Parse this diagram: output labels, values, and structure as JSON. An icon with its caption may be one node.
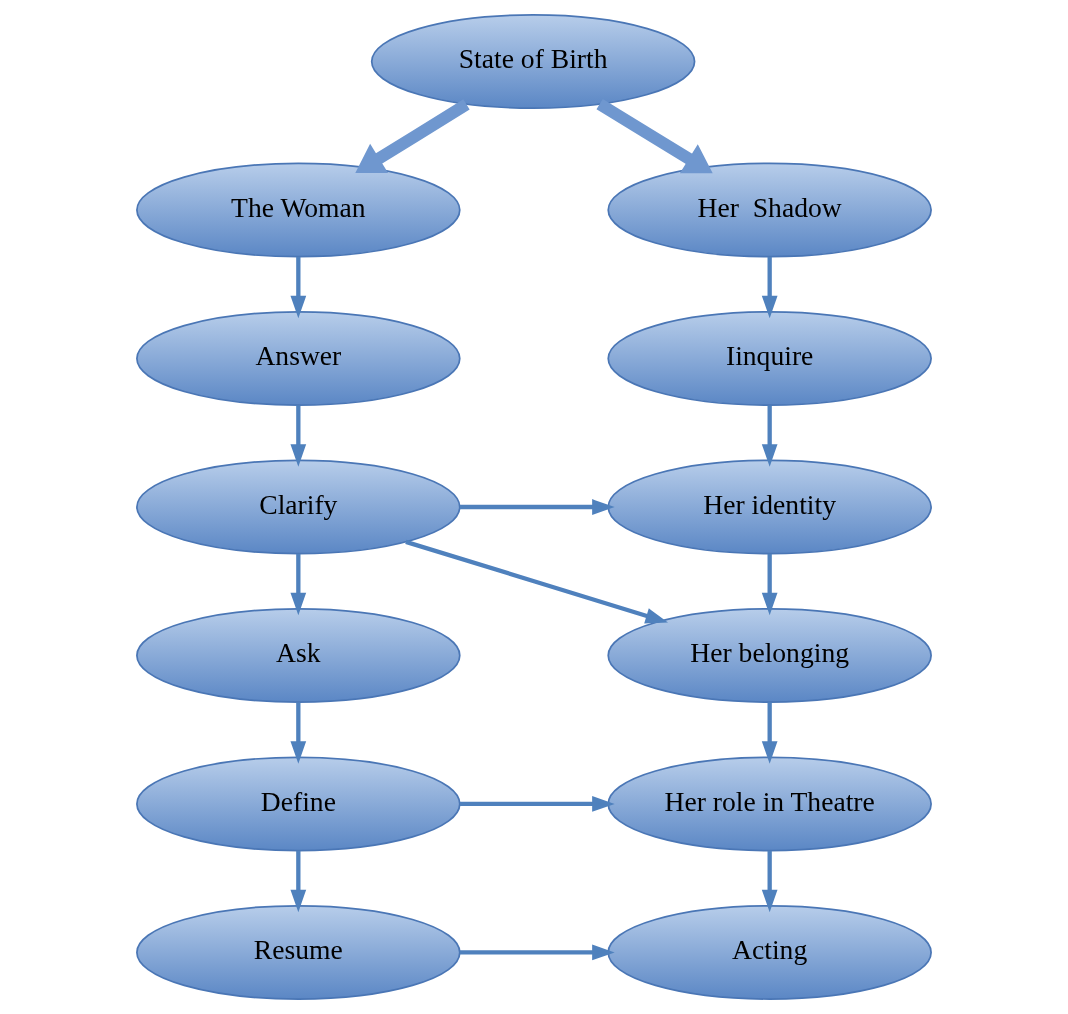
{
  "diagram": {
    "nodes": [
      {
        "text": [
          "State of Birth"
        ]
      },
      {
        "text": [
          "The Woman"
        ]
      },
      {
        "text": [
          "Her  Shadow"
        ]
      },
      {
        "text": [
          "Answer"
        ]
      },
      {
        "text": [
          "Iinquire"
        ]
      },
      {
        "text": [
          "Clarify"
        ]
      },
      {
        "text": [
          "Her identity"
        ]
      },
      {
        "text": [
          "Ask"
        ]
      },
      {
        "text": [
          "Her belonging"
        ]
      },
      {
        "text": [
          "Define"
        ]
      },
      {
        "text": [
          "Her role in Theatre"
        ]
      },
      {
        "text": [
          "Resume"
        ]
      },
      {
        "text": [
          "Acting"
        ]
      }
    ],
    "edges": [
      {
        "from": 0,
        "to": 1,
        "arrow": "to",
        "style": "thick"
      },
      {
        "from": 0,
        "to": 2,
        "arrow": "to",
        "style": "thick"
      },
      {
        "from": 1,
        "to": 3,
        "arrow": "to"
      },
      {
        "from": 2,
        "to": 4,
        "arrow": "to"
      },
      {
        "from": 3,
        "to": 5,
        "arrow": "to"
      },
      {
        "from": 4,
        "to": 6,
        "arrow": "to"
      },
      {
        "from": 5,
        "to": 6,
        "arrow": "to"
      },
      {
        "from": 5,
        "to": 8,
        "arrow": "to"
      },
      {
        "from": 5,
        "to": 7,
        "arrow": "to"
      },
      {
        "from": 6,
        "to": 8,
        "arrow": "to"
      },
      {
        "from": 7,
        "to": 9,
        "arrow": "to"
      },
      {
        "from": 8,
        "to": 10,
        "arrow": "to"
      },
      {
        "from": 9,
        "to": 10,
        "arrow": "to"
      },
      {
        "from": 9,
        "to": 11,
        "arrow": "to"
      },
      {
        "from": 10,
        "to": 12,
        "arrow": "to"
      },
      {
        "from": 11,
        "to": 12,
        "arrow": "to"
      }
    ]
  }
}
